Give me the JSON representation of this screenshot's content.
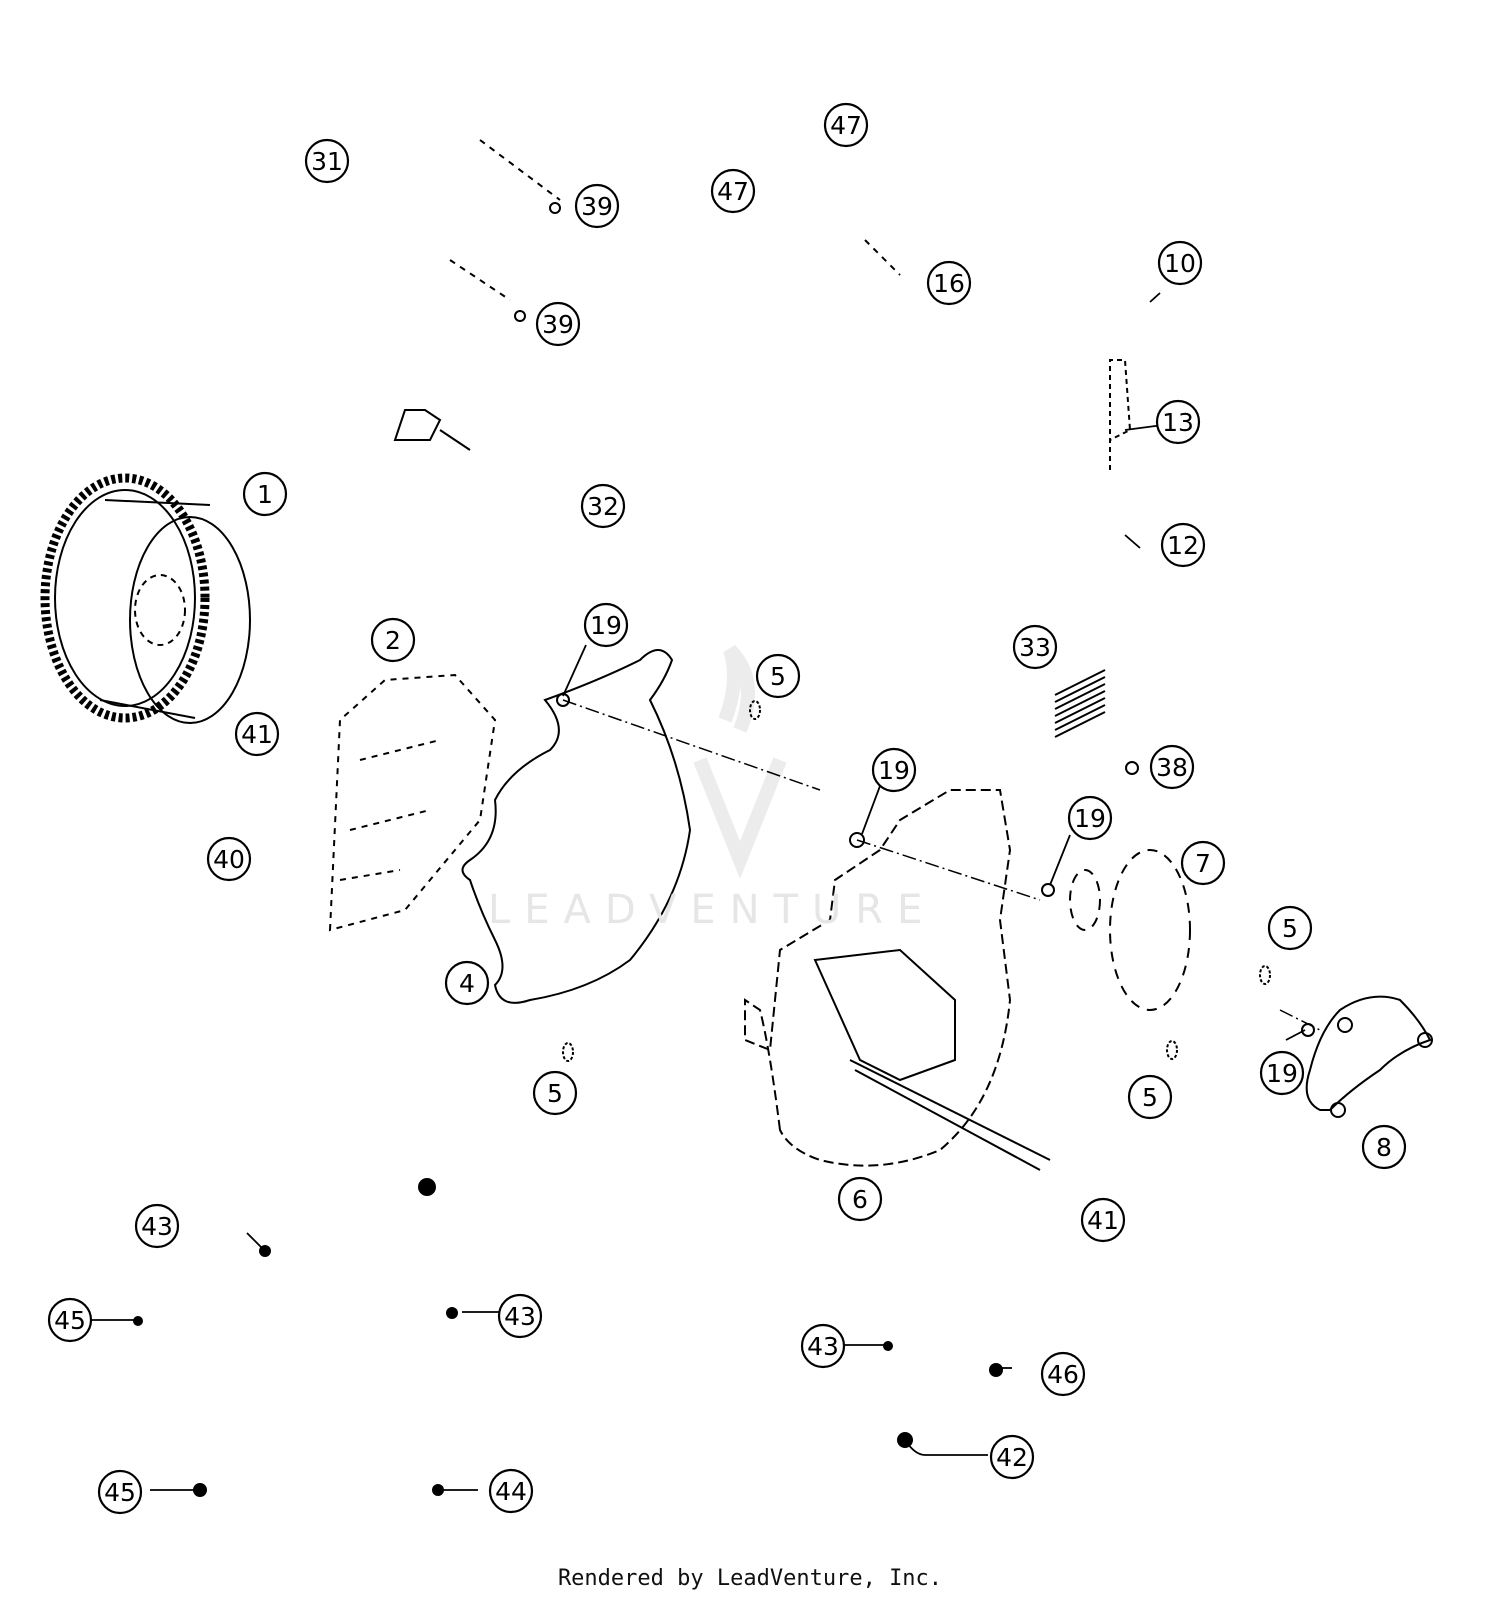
{
  "diagram": {
    "callouts": [
      {
        "label": "1"
      },
      {
        "label": "2"
      },
      {
        "label": "4"
      },
      {
        "label": "5"
      },
      {
        "label": "5"
      },
      {
        "label": "5"
      },
      {
        "label": "5"
      },
      {
        "label": "6"
      },
      {
        "label": "7"
      },
      {
        "label": "8"
      },
      {
        "label": "10"
      },
      {
        "label": "12"
      },
      {
        "label": "13"
      },
      {
        "label": "16"
      },
      {
        "label": "19"
      },
      {
        "label": "19"
      },
      {
        "label": "19"
      },
      {
        "label": "19"
      },
      {
        "label": "31"
      },
      {
        "label": "32"
      },
      {
        "label": "33"
      },
      {
        "label": "38"
      },
      {
        "label": "39"
      },
      {
        "label": "39"
      },
      {
        "label": "40"
      },
      {
        "label": "41"
      },
      {
        "label": "41"
      },
      {
        "label": "42"
      },
      {
        "label": "43"
      },
      {
        "label": "43"
      },
      {
        "label": "43"
      },
      {
        "label": "44"
      },
      {
        "label": "45"
      },
      {
        "label": "45"
      },
      {
        "label": "46"
      },
      {
        "label": "47"
      },
      {
        "label": "47"
      }
    ],
    "watermark": "LEADVENTURE",
    "footer": "Rendered by LeadVenture, Inc."
  }
}
